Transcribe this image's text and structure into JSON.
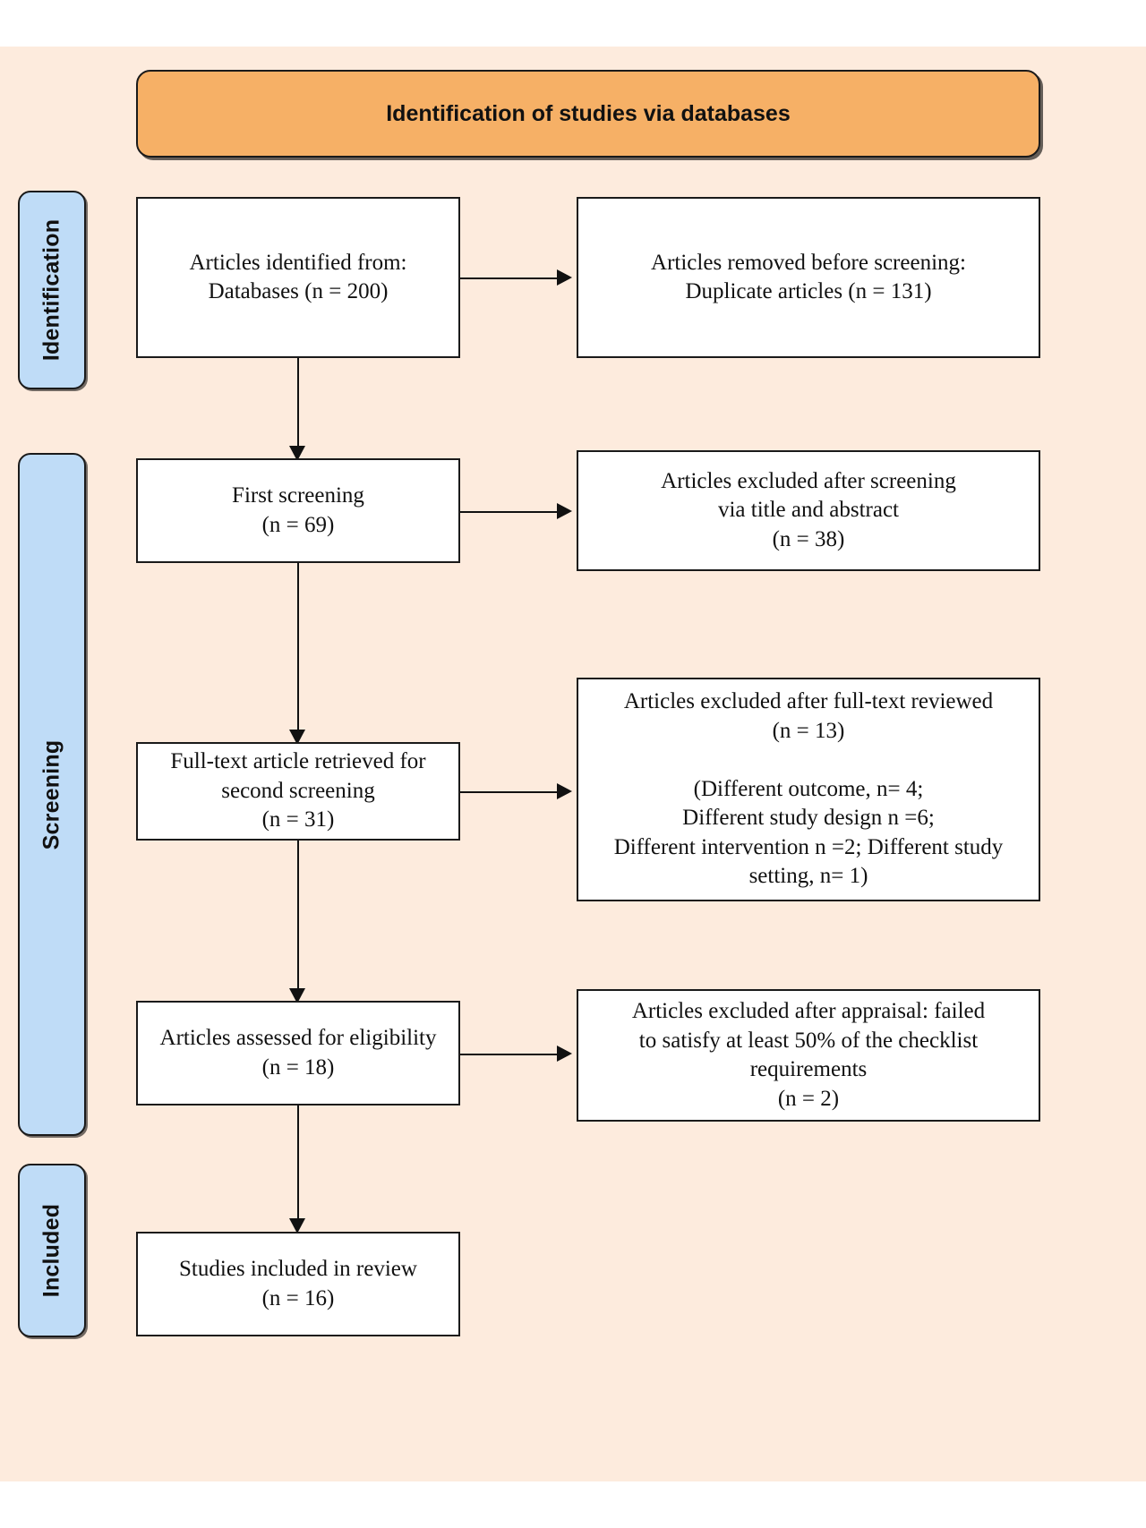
{
  "diagram": {
    "title": "Identification of studies via databases",
    "type": "prisma-flow-diagram",
    "background_color": "#fdebdd",
    "banner_color": "#f6b066",
    "stage_color": "#bfdcf7",
    "box_color": "#ffffff",
    "line_color": "#111111"
  },
  "stages": [
    {
      "label": "Identification"
    },
    {
      "label": "Screening"
    },
    {
      "label": "Included"
    }
  ],
  "boxes": {
    "identified": "Articles identified from:\nDatabases (n = 200)",
    "removed": "Articles removed before screening:\nDuplicate articles (n = 131)",
    "first_screening": "First screening\n(n = 69)",
    "excluded_screening": "Articles excluded after screening\nvia title and abstract\n(n = 38)",
    "fulltext_retrieved": "Full-text article retrieved for\nsecond screening\n(n = 31)",
    "excluded_fulltext": "Articles excluded after full-text reviewed\n(n = 13)\n\n(Different outcome, n= 4;\nDifferent study design n =6;\nDifferent intervention n =2; Different study\nsetting, n= 1)",
    "assessed_eligibility": "Articles assessed for eligibility\n(n = 18)",
    "excluded_appraisal": "Articles excluded after appraisal: failed\nto satisfy at least 50% of the checklist\nrequirements\n(n = 2)",
    "included_review": "Studies included in review\n(n = 16)"
  },
  "counts": {
    "databases_identified": 200,
    "duplicates_removed": 131,
    "first_screening": 69,
    "excluded_title_abstract": 38,
    "fulltext_retrieved": 31,
    "excluded_fulltext": 13,
    "excluded_different_outcome": 4,
    "excluded_different_study_design": 6,
    "excluded_different_intervention": 2,
    "excluded_different_setting": 1,
    "assessed_eligibility": 18,
    "excluded_appraisal": 2,
    "included_in_review": 16
  }
}
